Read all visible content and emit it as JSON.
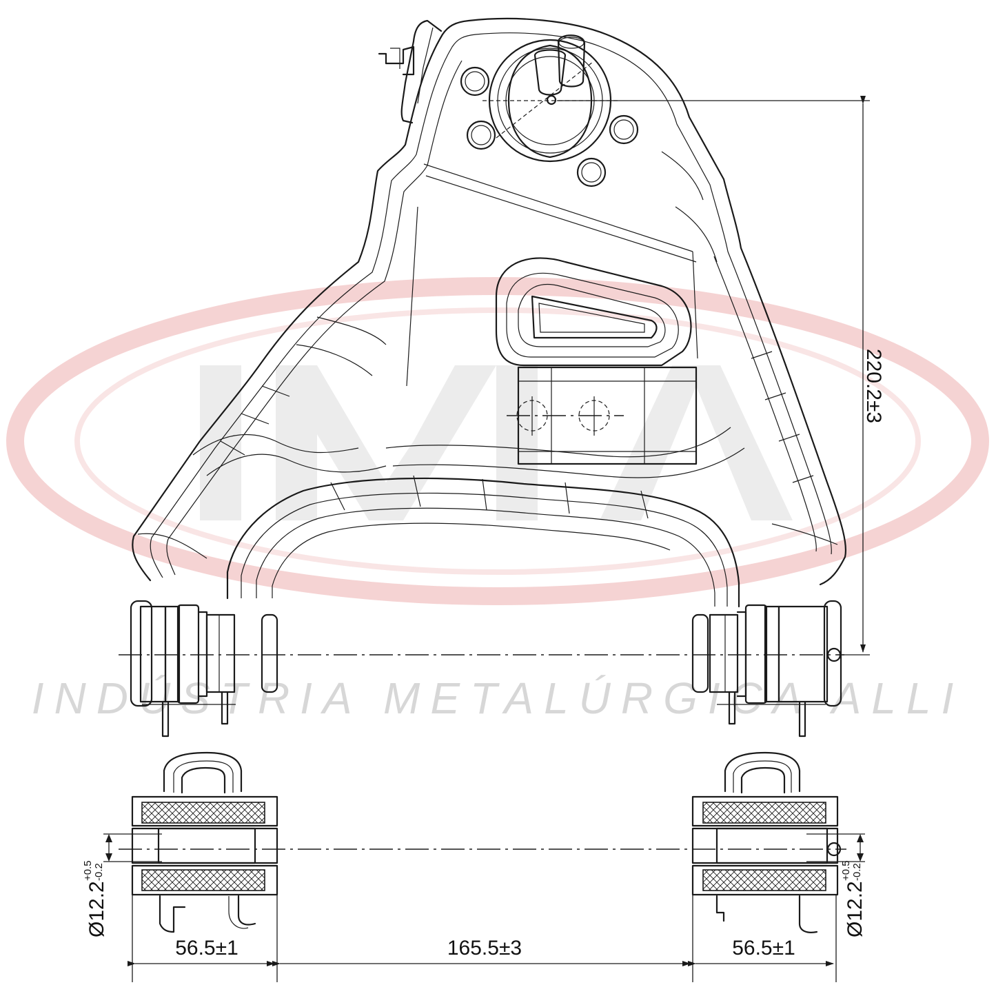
{
  "watermark": {
    "tagline": "INDÚSTRIA METALÚRGICA ALLI",
    "ring_color": "#f2c4c4",
    "letter_color": "#e4e4e4"
  },
  "dimensions": {
    "height": "220.2±3",
    "left_width": "56.5±1",
    "center_width": "165.5±3",
    "right_width": "56.5±1",
    "bore_left": "Ø12.2",
    "bore_left_tol_upper": "+0.5",
    "bore_left_tol_lower": "-0.2",
    "bore_right": "Ø12.2",
    "bore_right_tol_upper": "+0.5",
    "bore_right_tol_lower": "-0.2"
  },
  "colors": {
    "line": "#1a1a1a",
    "background": "#ffffff"
  }
}
